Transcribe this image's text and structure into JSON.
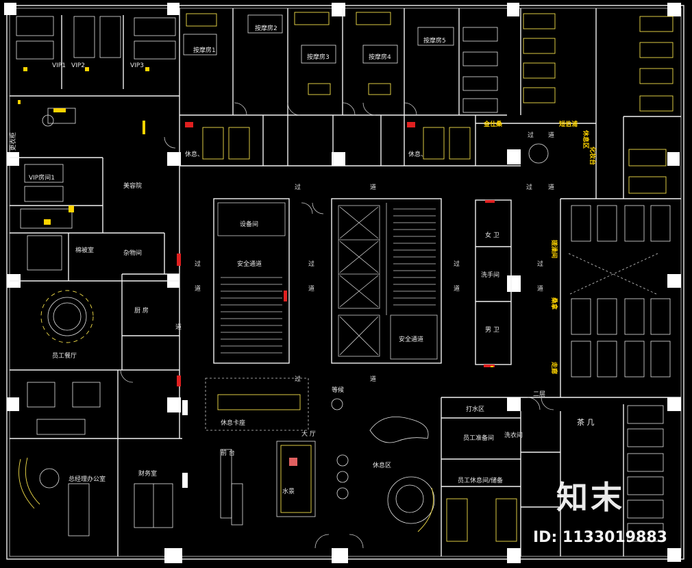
{
  "watermark": {
    "brand": "知末",
    "id_text": "ID: 1133019883"
  },
  "rooms": {
    "vip1": "VIP1",
    "vip2": "VIP2",
    "vip3": "VIP3",
    "vip_room1": "VIP房间1",
    "massage1": "按摩房1",
    "massage2": "按摩房2",
    "massage3": "按摩房3",
    "massage4": "按摩房4",
    "massage5": "按摩房5",
    "rest_left": "休息、",
    "rest_right": "休息、",
    "beauty": "美容院",
    "storage": "杂物间",
    "linen": "棉被室",
    "kitchen": "厨 房",
    "staff_dining": "员工餐厅",
    "gm_office": "总经理办公室",
    "finance": "财务室",
    "equipment": "设备间",
    "safe_exit_1": "安全通道",
    "safe_exit_2": "安全通道",
    "women_wc": "女 卫",
    "wash": "洗手间",
    "men_wc": "男 卫",
    "water_room": "打水区",
    "staff_prep": "员工准备间",
    "staff_change": "员工休息间/储备",
    "tea": "茶 几",
    "lounge_card": "休息卡座",
    "hall": "大 厅",
    "front_desk": "前 台",
    "rest_area": "休息区",
    "waiting": "等候",
    "water_label": "水景"
  },
  "corridors": {
    "c1": "过",
    "c1b": "道",
    "c2": "过",
    "c2b": "道",
    "c3": "过",
    "c3b": "道",
    "c4": "过",
    "c4b": "道",
    "c5": "过",
    "c5b": "道",
    "c6": "过",
    "c6b": "道",
    "c7": "过",
    "c7b": "道",
    "c8": "过",
    "c8b": "道",
    "c9": "道"
  },
  "yellow_labels": {
    "gold": "金仕桑",
    "short": "短伯浦",
    "scrub": "搓澡间",
    "sauna": "桑拿",
    "corridor_r": "走廊",
    "rest_r": "休息区",
    "mirror": "化妆台"
  },
  "small_labels": {
    "small_stair": "二层",
    "wash_room": "洗衣间",
    "cabinet": "更衣柜"
  }
}
